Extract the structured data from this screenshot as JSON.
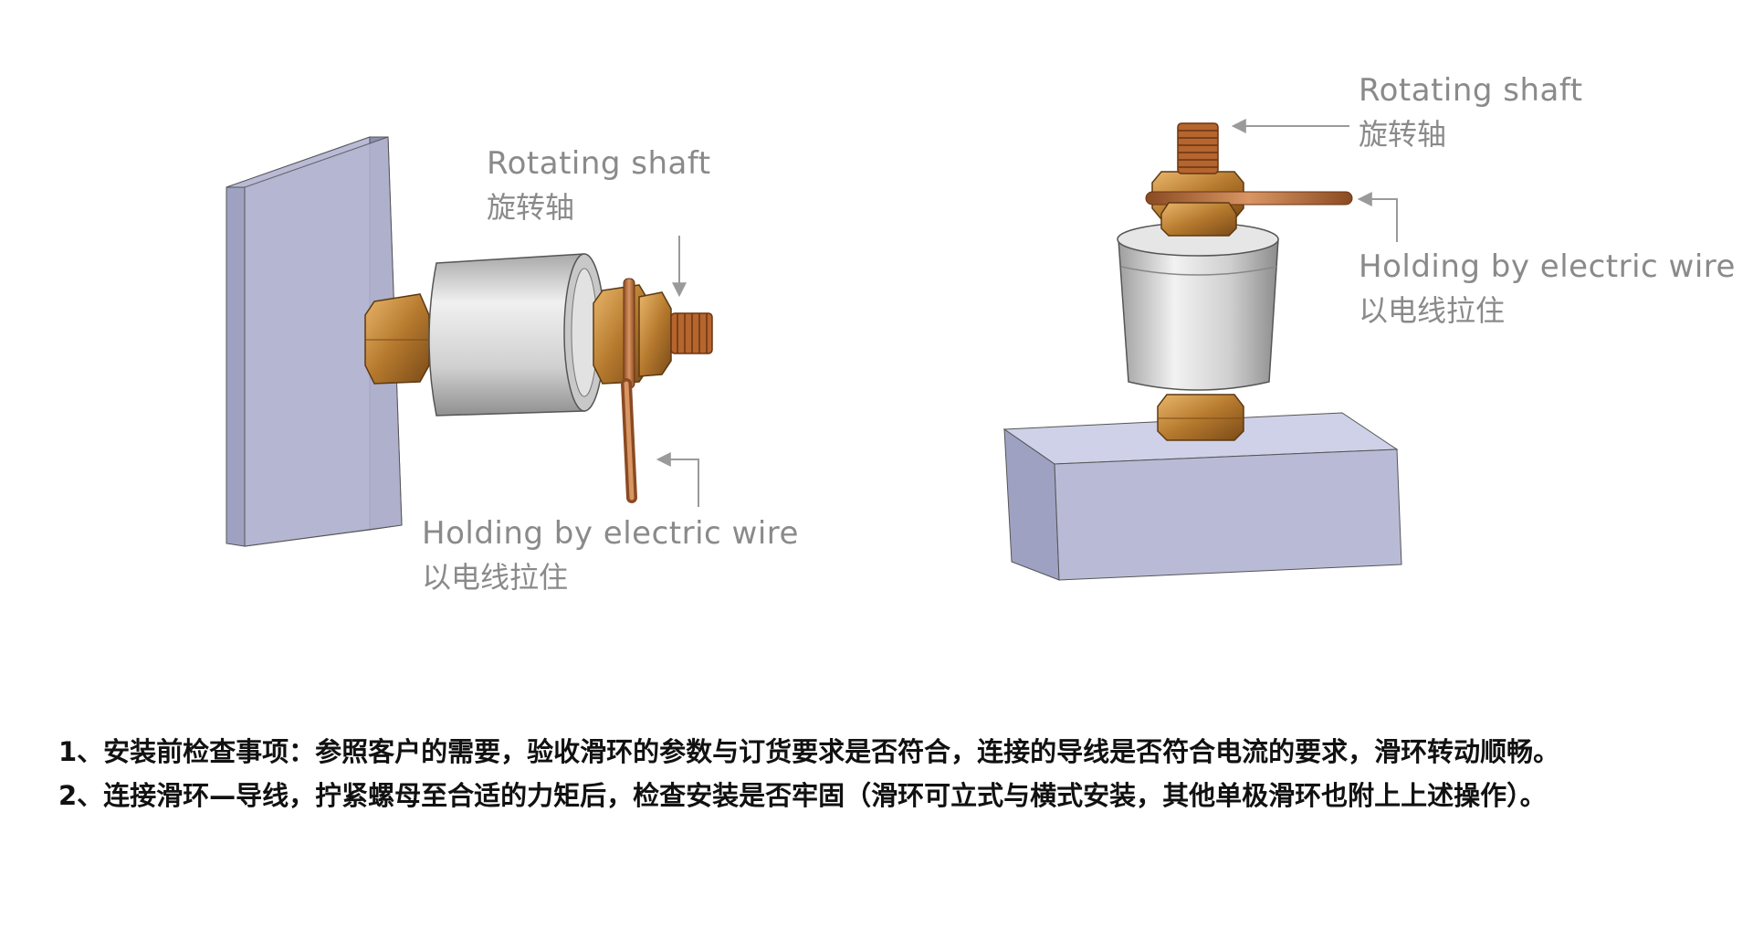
{
  "left_view": {
    "shaft_label_en": "Rotating shaft",
    "shaft_label_zh": "旋转轴",
    "wire_label_en": "Holding by electric wire",
    "wire_label_zh": "以电线拉住"
  },
  "right_view": {
    "shaft_label_en": "Rotating shaft",
    "shaft_label_zh": "旋转轴",
    "wire_label_en": "Holding by electric wire",
    "wire_label_zh": "以电线拉住"
  },
  "notes": {
    "item1": "1、安装前检查事项：参照客户的需要，验收滑环的参数与订货要求是否符合，连接的导线是否符合电流的要求，滑环转动顺畅。",
    "item2": "2、连接滑环—导线，拧紧螺母至合适的力矩后，检查安装是否牢固（滑环可立式与横式安装，其他单极滑环也附上上述操作）。"
  },
  "colors": {
    "block_face": "#b9bbd6",
    "block_side": "#8c8fb0",
    "block_top": "#cfd1e8",
    "copper": "#b8733c",
    "brass": "#c98a3a",
    "silver": "#d9d9d9",
    "label_gray": "#8a8a8a",
    "arrow_gray": "#9a9a9a"
  }
}
